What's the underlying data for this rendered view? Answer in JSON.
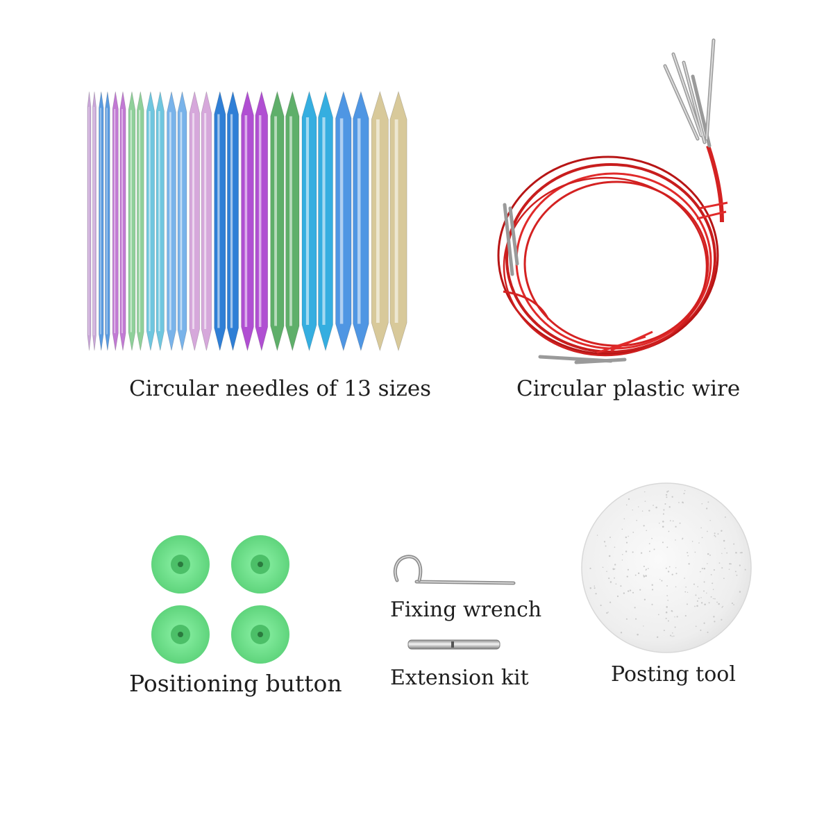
{
  "labels": {
    "needles": "Circular needles of 13 sizes",
    "wire": "Circular plastic wire",
    "wrench": "Fixing wrench",
    "extension": "Extension kit",
    "button": "Positioning button",
    "posting": "Posting tool"
  },
  "colors": {
    "needle_colors": [
      "#c9a6d8",
      "#5a9be0",
      "#c27ad4",
      "#8fd09a",
      "#6fc6df",
      "#79b3ea",
      "#d6a8db",
      "#2f7fd6",
      "#b04fd2",
      "#5faf6a",
      "#35aee0",
      "#4f96e3",
      "#d8c99a"
    ],
    "wire": "#d42222",
    "button": "#6ee08a",
    "metal": "#b8b8b8"
  },
  "icons": [
    "needle-icon",
    "wire-coil-icon",
    "positioning-button-icon",
    "wrench-icon",
    "extension-tube-icon",
    "posting-disc-icon"
  ]
}
